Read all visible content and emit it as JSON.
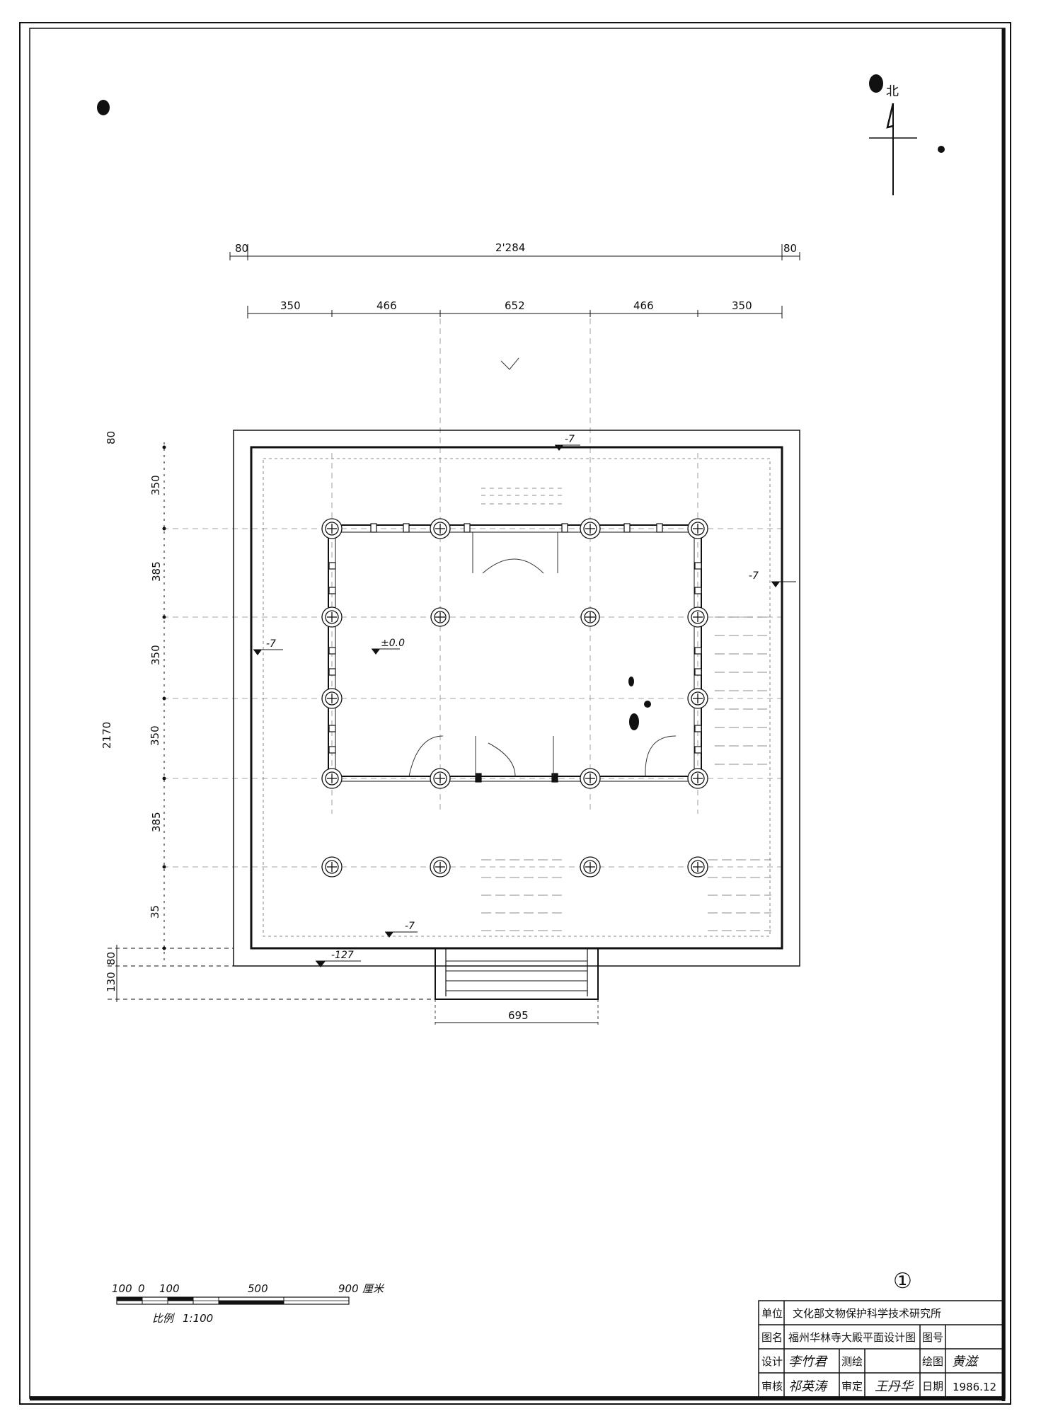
{
  "north": {
    "label": "北"
  },
  "dimensions": {
    "top_overall": {
      "left": "80",
      "middle": "2'284",
      "right": "80"
    },
    "top_bays": [
      "350",
      "466",
      "652",
      "466",
      "350"
    ],
    "left_side": [
      "80",
      "350",
      "385",
      "350",
      "350",
      "385",
      "35",
      "80",
      "130"
    ],
    "left_total": "2170",
    "bottom_steps": "695"
  },
  "levels": {
    "top": "-7",
    "right": "-7",
    "left": "-7",
    "interior": "±0.0",
    "bottom_platform": "-7",
    "ground": "-127"
  },
  "scale": {
    "ticks": [
      "100",
      "0",
      "100",
      "500",
      "900"
    ],
    "unit": "厘米",
    "ratio_label": "比例",
    "ratio": "1:100"
  },
  "mark": "①",
  "title_block": {
    "unit_label": "单位",
    "unit_value": "文化部文物保护科学技术研究所",
    "name_label": "图名",
    "name_value": "福州华林寺大殿平面设计图",
    "drawing_no_label": "图号",
    "design_label": "设计",
    "design_value": "李竹君",
    "survey_label": "测绘",
    "draw_label": "绘图",
    "draw_value": "黄滋",
    "check_label": "审核",
    "check_value": "祁英涛",
    "approve_label": "审定",
    "approve_value": "王丹华",
    "date_label": "日期",
    "date_value": "1986.12"
  }
}
